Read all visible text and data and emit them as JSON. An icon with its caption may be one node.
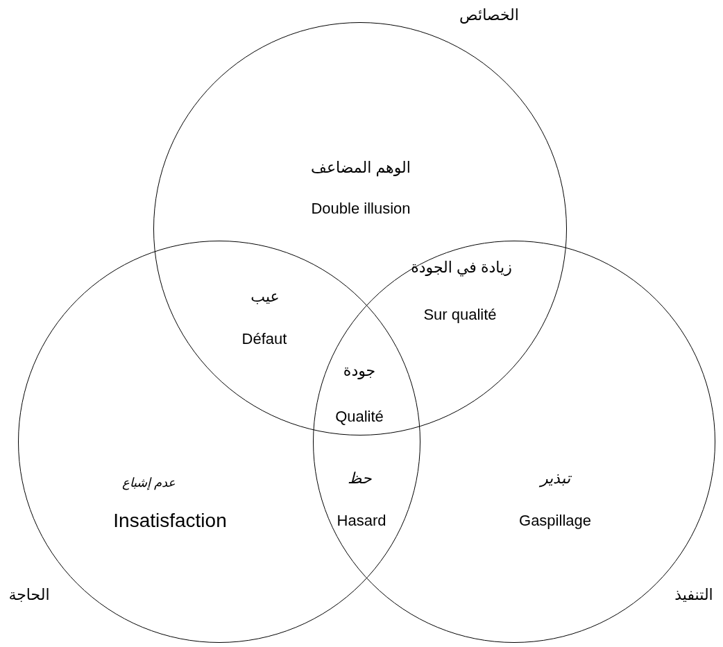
{
  "diagram": {
    "nodes": [
      {
        "text": [
          "الخصائص"
        ]
      },
      {
        "text": [
          "الحاجة"
        ]
      },
      {
        "text": [
          "التنفيذ"
        ]
      }
    ],
    "edges": [],
    "labels": [
      "الوهم المضاعف",
      "Double illusion",
      "زيادة في الجودة",
      "Sur qualité",
      "عيب",
      "Défaut",
      "جودة",
      "Qualité",
      "عدم إشباع",
      "Insatisfaction",
      "حظ",
      "Hasard",
      "تبذير",
      "Gaspillage"
    ]
  }
}
